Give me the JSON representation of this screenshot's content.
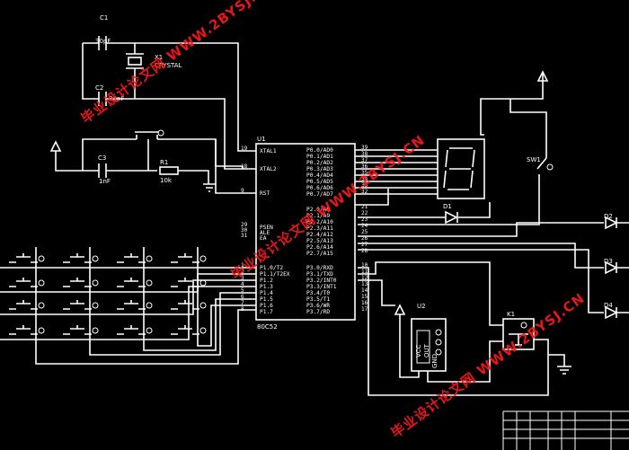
{
  "components": {
    "c1": {
      "ref": "C1",
      "value": "30pF"
    },
    "c2": {
      "ref": "C2",
      "value": "30pF"
    },
    "x1": {
      "ref": "X1",
      "value": "CRYSTAL"
    },
    "c3": {
      "ref": "C3",
      "value": "1nF"
    },
    "r1": {
      "ref": "R1",
      "value": "10k"
    },
    "u1": {
      "ref": "U1",
      "part": "80C52"
    },
    "u2": {
      "ref": "U2"
    },
    "d1": {
      "ref": "D1"
    },
    "d2": {
      "ref": "D2"
    },
    "d3": {
      "ref": "D3"
    },
    "d4": {
      "ref": "D4"
    },
    "sw1": {
      "ref": "SW1"
    },
    "k1": {
      "ref": "K1"
    }
  },
  "u1_pins_left": [
    {
      "num": "19",
      "name": "XTAL1"
    },
    {
      "num": "18",
      "name": "XTAL2"
    },
    {
      "num": "9",
      "name": "RST"
    },
    {
      "num": "29",
      "name": "PSEN"
    },
    {
      "num": "30",
      "name": "ALE"
    },
    {
      "num": "31",
      "name": "EA"
    },
    {
      "num": "1",
      "name": "P1.0/T2"
    },
    {
      "num": "2",
      "name": "P1.1/T2EX"
    },
    {
      "num": "3",
      "name": "P1.2"
    },
    {
      "num": "4",
      "name": "P1.3"
    },
    {
      "num": "5",
      "name": "P1.4"
    },
    {
      "num": "6",
      "name": "P1.5"
    },
    {
      "num": "7",
      "name": "P1.6"
    },
    {
      "num": "8",
      "name": "P1.7"
    }
  ],
  "u1_pins_right": [
    {
      "num": "39",
      "name": "P0.0/AD0"
    },
    {
      "num": "38",
      "name": "P0.1/AD1"
    },
    {
      "num": "37",
      "name": "P0.2/AD2"
    },
    {
      "num": "36",
      "name": "P0.3/AD3"
    },
    {
      "num": "35",
      "name": "P0.4/AD4"
    },
    {
      "num": "34",
      "name": "P0.5/AD5"
    },
    {
      "num": "33",
      "name": "P0.6/AD6"
    },
    {
      "num": "32",
      "name": "P0.7/AD7"
    },
    {
      "num": "21",
      "name": "P2.0/A8"
    },
    {
      "num": "22",
      "name": "P2.1/A9"
    },
    {
      "num": "23",
      "name": "P2.2/A10"
    },
    {
      "num": "24",
      "name": "P2.3/A11"
    },
    {
      "num": "25",
      "name": "P2.4/A12"
    },
    {
      "num": "26",
      "name": "P2.5/A13"
    },
    {
      "num": "27",
      "name": "P2.6/A14"
    },
    {
      "num": "28",
      "name": "P2.7/A15"
    },
    {
      "num": "10",
      "name": "P3.0/RXD"
    },
    {
      "num": "11",
      "name": "P3.1/TXD"
    },
    {
      "num": "12",
      "name": "P3.2/INT0"
    },
    {
      "num": "13",
      "name": "P3.3/INT1"
    },
    {
      "num": "14",
      "name": "P3.4/T0"
    },
    {
      "num": "15",
      "name": "P3.5/T1"
    },
    {
      "num": "16",
      "name": "P3.6/WR"
    },
    {
      "num": "17",
      "name": "P3.7/RD"
    }
  ],
  "u2_pins": {
    "vcc": "VCC",
    "out": "OUT",
    "gnd": "GND"
  },
  "watermark": "毕业设计论文网 WWW.2BYSJ.CN",
  "colors": {
    "background": "#000000",
    "wire": "#ffffff",
    "watermark": "#ff1a1a"
  }
}
